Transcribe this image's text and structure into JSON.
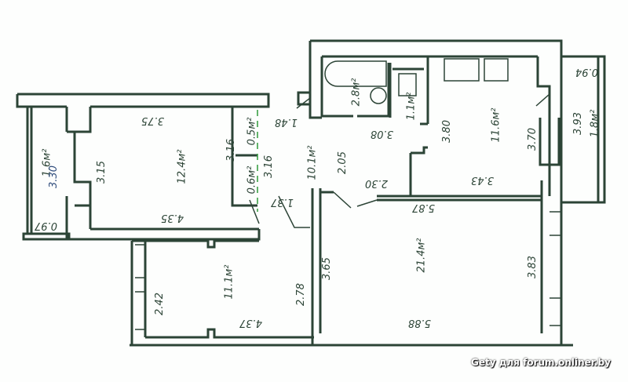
{
  "labels": {
    "balcony_left_area": "1.6м²",
    "balcony_left_length": "3.30",
    "balcony_left_width": "0.97",
    "room1_width_top": "3.75",
    "room1_area": "12.4м²",
    "room1_width_bottom": "4.35",
    "room1_length": "3.15",
    "closet1_area": "0.5м²",
    "closet2_area": "0.6м²",
    "closet_length": "3.16",
    "hall_length": "3.16",
    "hall_area": "10.1м²",
    "hall_entry": "1.48",
    "hall_width": "2.05",
    "hall_passage": "1.37",
    "bath_area": "2.8м²",
    "bath_width": "3.08",
    "wc_area": "1.1м²",
    "kitchen_area": "11.6м²",
    "kitchen_diag": "3.80",
    "kitchen_length": "3.70",
    "kitchen_width": "3.43",
    "kitchen_corridor": "2.30",
    "balcony_right_width": "0.94",
    "balcony_right_length": "3.93",
    "balcony_right_area": "1.8м²",
    "living_width_top": "5.87",
    "living_left": "3.65",
    "living_area": "21.4м²",
    "living_right": "3.83",
    "living_width_bottom": "5.88",
    "room2_area": "11.1м²",
    "room2_length_right": "2.78",
    "room2_length_left": "2.42",
    "room2_width": "4.37"
  },
  "watermark": "Gety для forum.onliner.by"
}
